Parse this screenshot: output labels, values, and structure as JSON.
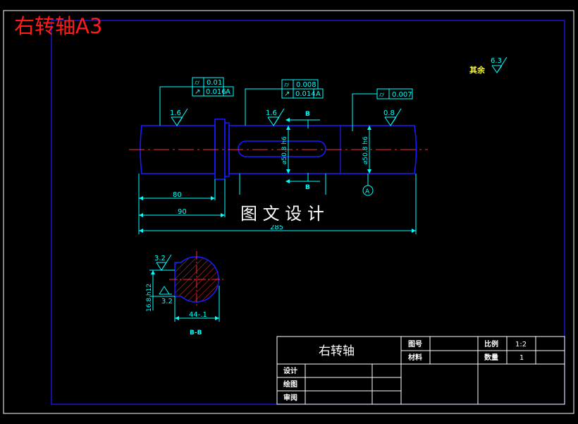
{
  "header": {
    "title": "右转轴A3"
  },
  "roughness": {
    "other": {
      "label": "其余",
      "value": "6.3"
    },
    "left": "1.6",
    "middle": "1.6",
    "right": "0.8",
    "section_top": "3.2",
    "section_bottom": "3.2"
  },
  "tolerances": {
    "left": [
      {
        "symbol": "⌭",
        "value": "0.01",
        "datum": ""
      },
      {
        "symbol": "↗",
        "value": "0.016",
        "datum": "A"
      }
    ],
    "middle": [
      {
        "symbol": "⌭",
        "value": "0.008",
        "datum": ""
      },
      {
        "symbol": "↗",
        "value": "0.014",
        "datum": "A"
      }
    ],
    "right": [
      {
        "symbol": "⌭",
        "value": "0.007",
        "datum": ""
      }
    ]
  },
  "section_markers": {
    "top": "B",
    "bottom": "B",
    "view_label": "B-B"
  },
  "datum_marker": "A",
  "dimensions": {
    "d1": "80",
    "d2": "90",
    "total": "285",
    "dia_mid": "⌀50.8 h6",
    "dia_right": "⌀50.8 h6",
    "key_depth": "16.8 h12",
    "key_width": "44-.1"
  },
  "watermark": "图 文 设 计",
  "title_block": {
    "part_name": "右转轴",
    "drawing_no_label": "图号",
    "material_label": "材料",
    "scale_label": "比例",
    "scale_value": "1:2",
    "qty_label": "数量",
    "qty_value": "1",
    "design_label": "设计",
    "draw_label": "绘图",
    "review_label": "审阅"
  }
}
